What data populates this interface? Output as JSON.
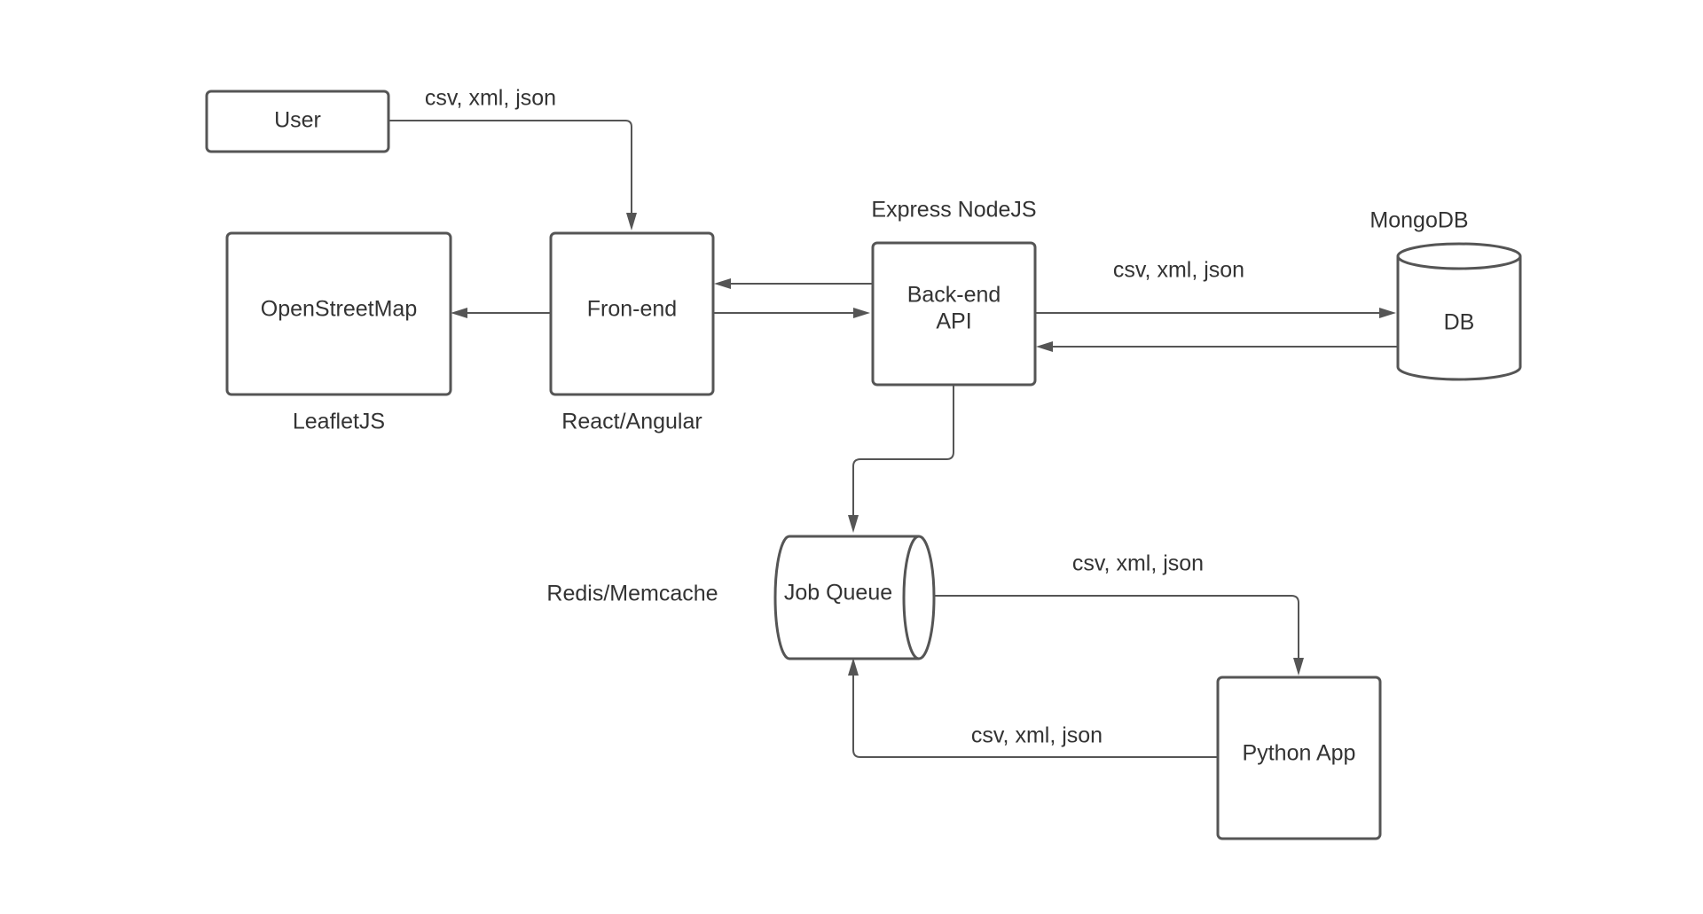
{
  "colors": {
    "stroke": "#555555",
    "text": "#333333",
    "background": "#ffffff"
  },
  "nodes": {
    "user": {
      "label": "User"
    },
    "openstreetmap": {
      "label": "OpenStreetMap",
      "caption": "LeafletJS"
    },
    "frontend": {
      "label": "Fron-end",
      "caption": "React/Angular"
    },
    "backend": {
      "label_line1": "Back-end",
      "label_line2": "API",
      "caption": "Express NodeJS"
    },
    "db": {
      "label": "DB",
      "caption": "MongoDB"
    },
    "job_queue": {
      "label": "Job Queue",
      "caption": "Redis/Memcache"
    },
    "python_app": {
      "label": "Python App"
    }
  },
  "edge_labels": {
    "user_to_frontend": "csv, xml, json",
    "backend_to_db": "csv, xml, json",
    "queue_to_python": "csv, xml, json",
    "python_to_queue": "csv, xml, json"
  }
}
